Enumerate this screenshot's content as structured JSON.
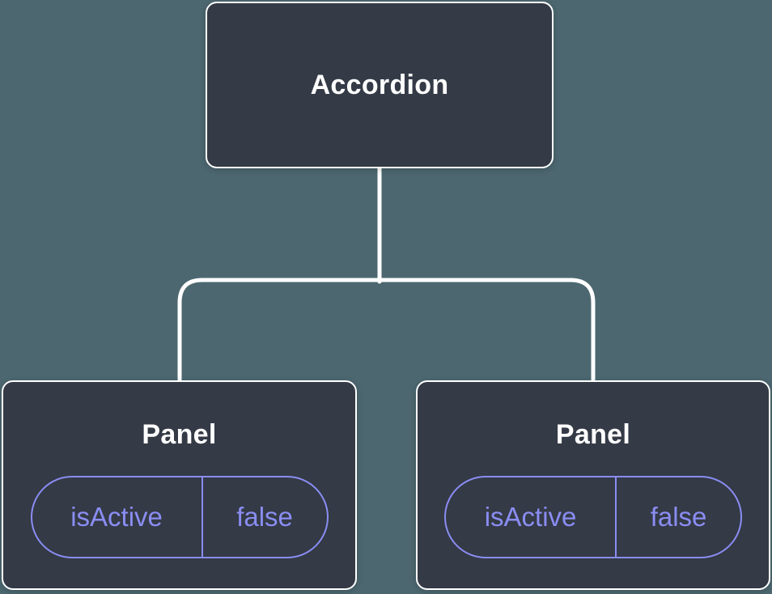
{
  "diagram": {
    "root": {
      "label": "Accordion"
    },
    "children": [
      {
        "label": "Panel",
        "state": {
          "name": "isActive",
          "value": "false"
        }
      },
      {
        "label": "Panel",
        "state": {
          "name": "isActive",
          "value": "false"
        }
      }
    ]
  },
  "colors": {
    "background": "#4c6770",
    "node_fill": "#343a46",
    "node_border": "#ffffff",
    "title_text": "#ffffff",
    "connector": "#ffffff",
    "state_accent": "#8a8df2"
  }
}
